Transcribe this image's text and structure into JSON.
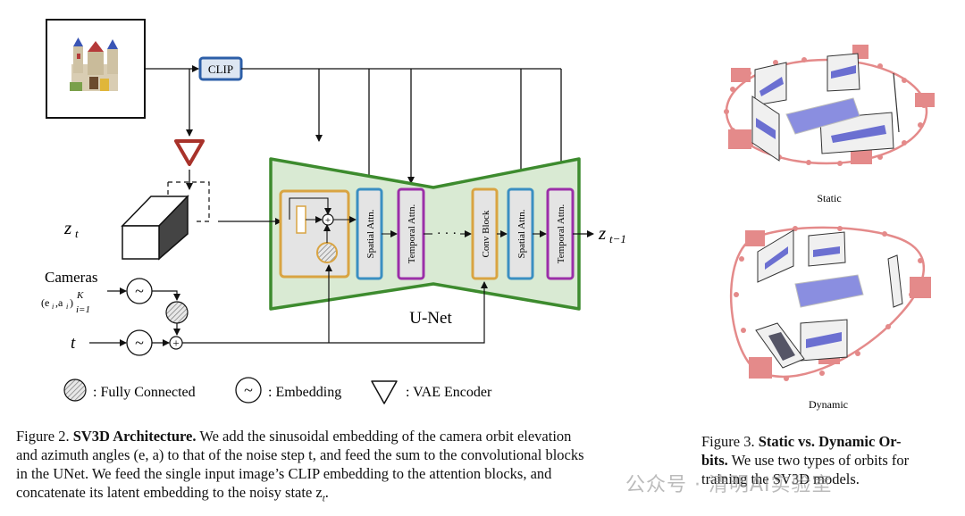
{
  "colors": {
    "unet_fill": "#d9ead3",
    "unet_stroke": "#3d8b2e",
    "clip_stroke": "#2d5fa8",
    "clip_fill": "#dde6f2",
    "spatial_stroke": "#3a8fc2",
    "temporal_stroke": "#9b2fa8",
    "conv_stroke": "#d9a442",
    "block_fill": "#e4e4e4",
    "vae_stroke": "#a8322a",
    "camera_pink": "#e48a8a",
    "object_blue": "#6b6fd1"
  },
  "diagram": {
    "clip_label": "CLIP",
    "zt_label": "z",
    "zt_sub": "t",
    "ztm1_label": "z",
    "ztm1_sub": "t−1",
    "cameras_label": "Cameras",
    "cameras_formula": "(e",
    "cameras_formula_rest": "i",
    "cameras_formula_tail": ",a",
    "cameras_formula_tail_sub": "i",
    "cameras_formula_close": ")",
    "cameras_sup": "K",
    "cameras_sub": "i=1",
    "t_label": "t",
    "spatial_attn": "Spatial Attn.",
    "temporal_attn": "Temporal Attn.",
    "conv_block": "Conv Block",
    "ellipsis": "· · ·",
    "unet_label": "U-Net",
    "plus": "+",
    "tilde": "~",
    "icons": [
      "castle-image",
      "fully-connected-icon",
      "embedding-icon",
      "vae-encoder-icon",
      "latent-cube-icon"
    ]
  },
  "legend": {
    "fc": ": Fully Connected",
    "emb": ": Embedding",
    "vae": ": VAE Encoder"
  },
  "figure3": {
    "static_label": "Static",
    "dynamic_label": "Dynamic"
  },
  "captions": {
    "fig2_prefix": "Figure 2. ",
    "fig2_title": "SV3D Architecture.",
    "fig2_line1": " We add the sinusoidal embedding of the camera orbit elevation",
    "fig2_line2": "and azimuth angles (e, a) to that of the noise step t, and feed the sum to the convolutional blocks",
    "fig2_line3": "in the UNet.  We feed the single input image’s CLIP embedding to the attention blocks, and",
    "fig2_line4": "concatenate its latent embedding to the noisy state z",
    "fig2_line4_sub": "t",
    "fig2_line4_end": ".",
    "fig3_prefix": "Figure 3. ",
    "fig3_title_a": "Static vs.  Dynamic Or-",
    "fig3_title_b": "bits.",
    "fig3_line2": "  We use two types of orbits for",
    "fig3_line3": "training the SV3D models."
  },
  "watermark": "公众号 · 清明AI实验室"
}
